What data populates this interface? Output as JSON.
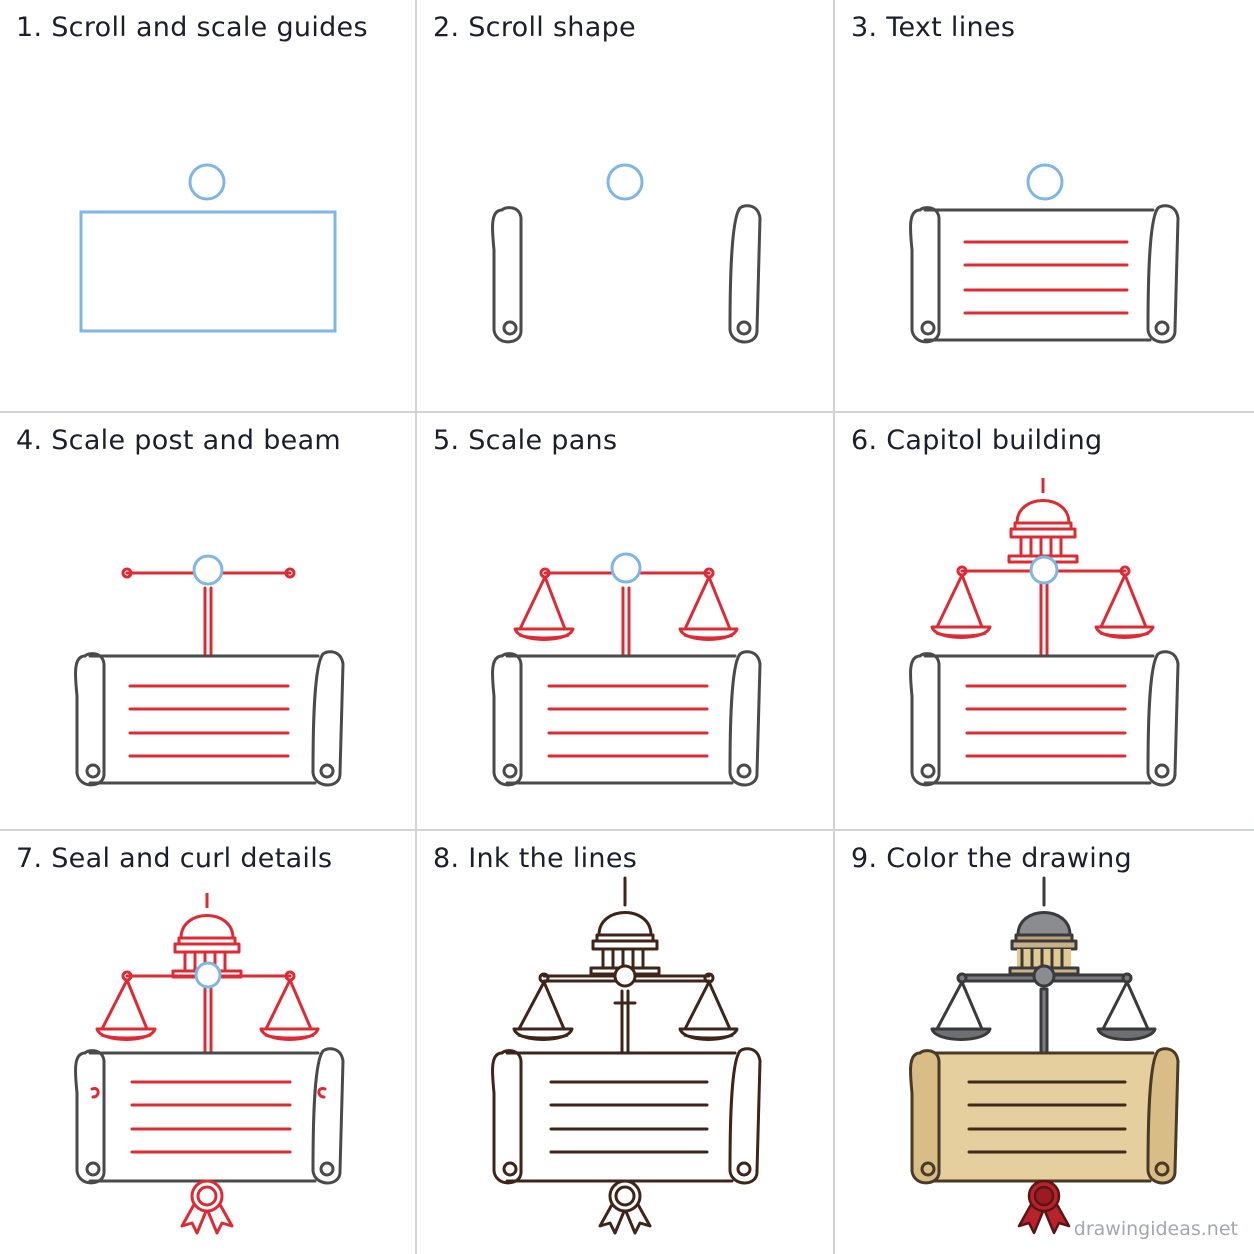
{
  "steps": [
    {
      "title": "1. Scroll and scale guides"
    },
    {
      "title": "2. Scroll shape"
    },
    {
      "title": "3. Text lines"
    },
    {
      "title": "4. Scale post and beam"
    },
    {
      "title": "5. Scale pans"
    },
    {
      "title": "6. Capitol building"
    },
    {
      "title": "7. Seal and curl details"
    },
    {
      "title": "8. Ink the lines"
    },
    {
      "title": "9. Color the drawing"
    }
  ],
  "watermark": "drawingideas.net",
  "colors": {
    "guide": "#7fb6e6",
    "pencil": "#4a4a4a",
    "new_line": "#dd2b36",
    "ink": "#3e2419",
    "parchment": "#e6cf9e",
    "metal": "#6d6f73",
    "seal": "#b8232b"
  }
}
